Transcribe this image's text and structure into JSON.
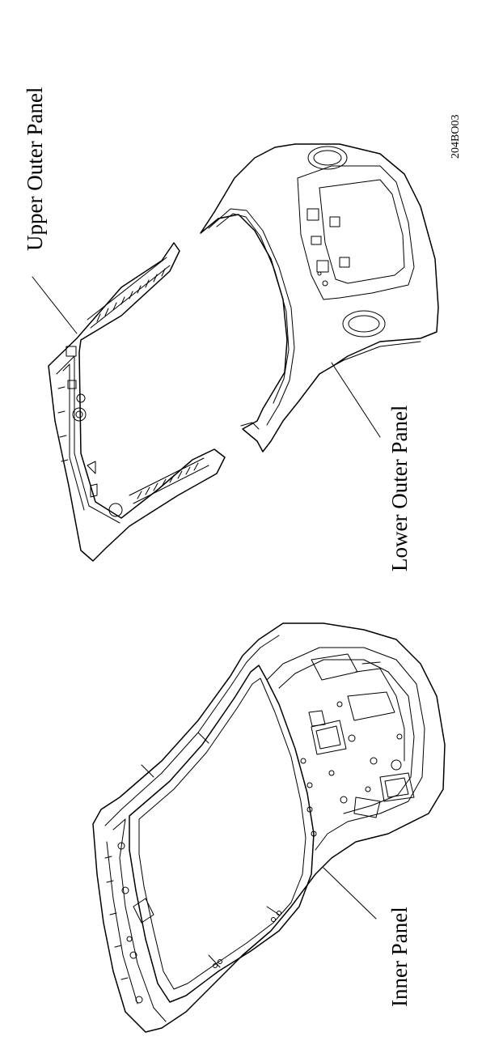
{
  "labels": {
    "upper_outer_panel": "Upper Outer Panel",
    "lower_outer_panel": "Lower Outer Panel",
    "inner_panel": "Inner Panel",
    "drawing_code": "204BO03"
  },
  "colors": {
    "line": "#000000",
    "background": "#ffffff"
  }
}
